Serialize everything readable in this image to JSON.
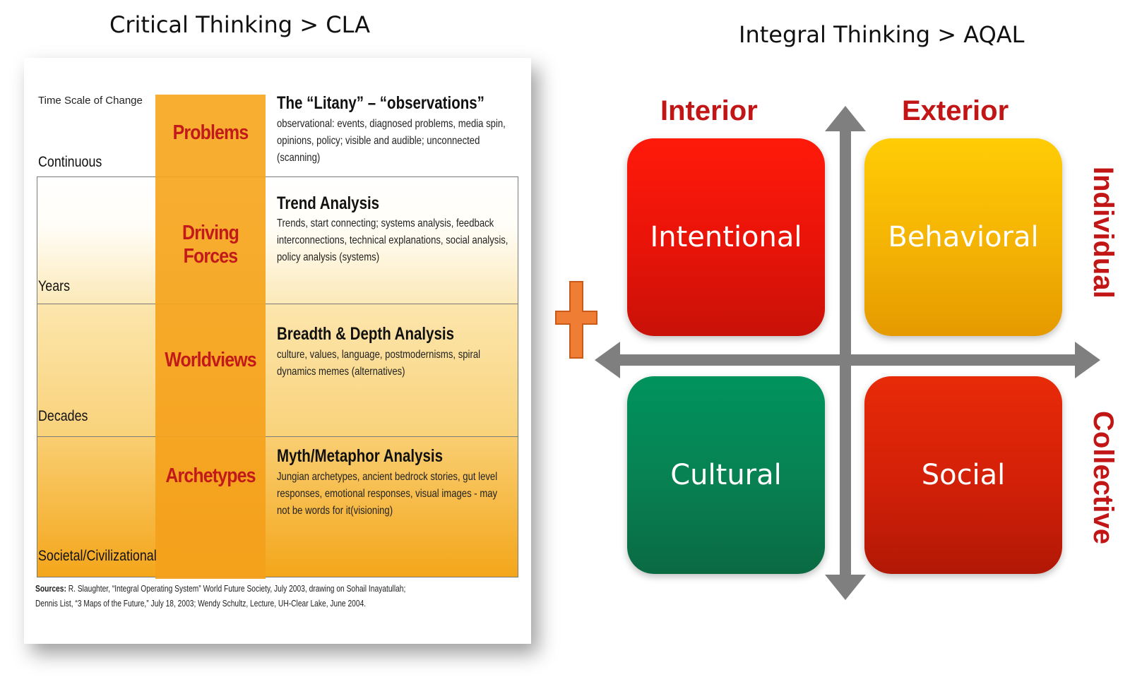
{
  "titles": {
    "left": "Critical Thinking > CLA",
    "right": "Integral Thinking > AQAL"
  },
  "cla": {
    "time_scale_header": "Time Scale of Change",
    "levels": [
      {
        "name": "Problems",
        "time": "Continuous",
        "heading": "The “Litany” – “observations”",
        "desc": "observational: events, diagnosed problems, media spin, opinions, policy; visible and audible; unconnected  (scanning)"
      },
      {
        "name": "Driving Forces",
        "time": "Years",
        "heading": "Trend Analysis",
        "desc": "Trends, start connecting; systems analysis, feedback interconnections, technical explanations, social analysis, policy analysis (systems)"
      },
      {
        "name": "Worldviews",
        "time": "Decades",
        "heading": "Breadth & Depth Analysis",
        "desc": "culture, values, language, postmodernisms, spiral dynamics memes (alternatives)"
      },
      {
        "name": "Archetypes",
        "time": "Societal/Civilizational",
        "heading": "Myth/Metaphor Analysis",
        "desc": "Jungian archetypes, ancient bedrock stories, gut level responses, emotional responses, visual images - may not be words for it(visioning)"
      }
    ],
    "sources_label": "Sources:",
    "sources_text": " R. Slaughter, “Integral Operating System” World Future Society, July 2003,  drawing on Sohail Inayatullah;",
    "sources_text2": "Dennis List, “3 Maps of the Future,” July 18, 2003; Wendy Schultz, Lecture, UH-Clear Lake, June 2004."
  },
  "aqal": {
    "col_labels": {
      "interior": "Interior",
      "exterior": "Exterior"
    },
    "row_labels": {
      "individual": "Individual",
      "collective": "Collective"
    },
    "quadrants": {
      "intentional": "Intentional",
      "behavioral": "Behavioral",
      "cultural": "Cultural",
      "social": "Social"
    },
    "colors": {
      "intentional": "#e81309",
      "behavioral": "#f4b304",
      "cultural": "#088052",
      "social": "#d22008",
      "labels": "#c21515",
      "axes": "#7f7f7f",
      "plus": "#ef7d34"
    }
  }
}
